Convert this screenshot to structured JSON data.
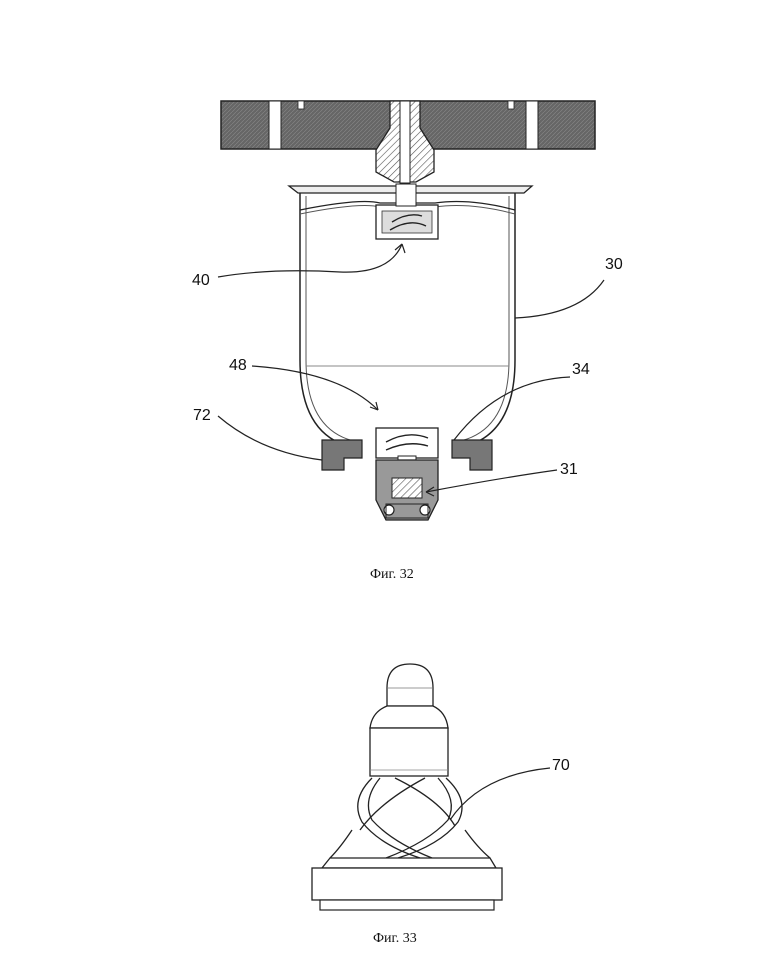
{
  "figures": [
    {
      "caption": "Фиг. 32",
      "labels": {
        "ref_30": "30",
        "ref_40": "40",
        "ref_48": "48",
        "ref_34": "34",
        "ref_72": "72",
        "ref_31": "31"
      }
    },
    {
      "caption": "Фиг. 33",
      "labels": {
        "ref_70": "70"
      }
    }
  ]
}
